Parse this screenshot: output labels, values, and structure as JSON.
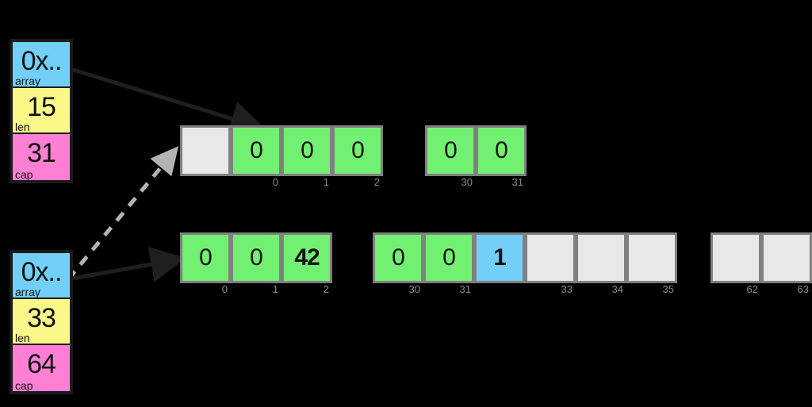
{
  "diagram": {
    "title": "vector growth / reallocation diagram",
    "colors": {
      "green": "#72F072",
      "blue": "#72CFF8",
      "gray": "#E8E8E8",
      "yellow": "#FAF888",
      "pink": "#FF7FD4",
      "border": "#808080",
      "arrow_solid": "#1f1f1f",
      "arrow_dashed": "#b3b3b3"
    }
  },
  "structs": [
    {
      "id": "vec-before",
      "fields": [
        {
          "name": "array",
          "value": "0x..",
          "label": "array"
        },
        {
          "name": "len",
          "value": "15",
          "label": "len"
        },
        {
          "name": "cap",
          "value": "31",
          "label": "cap"
        }
      ]
    },
    {
      "id": "vec-after",
      "fields": [
        {
          "name": "array",
          "value": "0x..",
          "label": "array"
        },
        {
          "name": "len",
          "value": "33",
          "label": "len"
        },
        {
          "name": "cap",
          "value": "64",
          "label": "cap"
        }
      ]
    }
  ],
  "rows": [
    {
      "id": "old-allocation",
      "groups": [
        {
          "id": "old-head",
          "cells": [
            {
              "value": "",
              "fill": "gray",
              "index": "",
              "bold": false
            },
            {
              "value": "0",
              "fill": "green",
              "index": "0",
              "bold": false
            },
            {
              "value": "0",
              "fill": "green",
              "index": "1",
              "bold": false
            },
            {
              "value": "0",
              "fill": "green",
              "index": "2",
              "bold": false
            }
          ]
        },
        {
          "id": "old-tail",
          "cells": [
            {
              "value": "0",
              "fill": "green",
              "index": "30",
              "bold": false
            },
            {
              "value": "0",
              "fill": "green",
              "index": "31",
              "bold": false
            }
          ]
        }
      ]
    },
    {
      "id": "new-allocation",
      "groups": [
        {
          "id": "new-head",
          "cells": [
            {
              "value": "0",
              "fill": "green",
              "index": "0",
              "bold": false
            },
            {
              "value": "0",
              "fill": "green",
              "index": "1",
              "bold": false
            },
            {
              "value": "42",
              "fill": "green",
              "index": "2",
              "bold": true
            }
          ]
        },
        {
          "id": "new-middle",
          "cells": [
            {
              "value": "0",
              "fill": "green",
              "index": "30",
              "bold": false
            },
            {
              "value": "0",
              "fill": "green",
              "index": "31",
              "bold": false
            },
            {
              "value": "1",
              "fill": "blue",
              "index": "",
              "bold": true
            },
            {
              "value": "",
              "fill": "gray",
              "index": "33",
              "bold": false
            },
            {
              "value": "",
              "fill": "gray",
              "index": "34",
              "bold": false
            },
            {
              "value": "",
              "fill": "gray",
              "index": "35",
              "bold": false
            }
          ]
        },
        {
          "id": "new-tail",
          "cells": [
            {
              "value": "",
              "fill": "gray",
              "index": "62",
              "bold": false
            },
            {
              "value": "",
              "fill": "gray",
              "index": "63",
              "bold": false
            }
          ]
        }
      ]
    }
  ],
  "arrows": [
    {
      "id": "arrow-old-pointer",
      "style": "solid",
      "from": "vec-before.array",
      "to": "old-allocation.cell0"
    },
    {
      "id": "arrow-new-pointer",
      "style": "solid",
      "from": "vec-after.array",
      "to": "new-allocation.cell0"
    },
    {
      "id": "arrow-stale-pointer",
      "style": "dashed",
      "from": "vec-after.array",
      "to": "old-allocation.header"
    }
  ]
}
